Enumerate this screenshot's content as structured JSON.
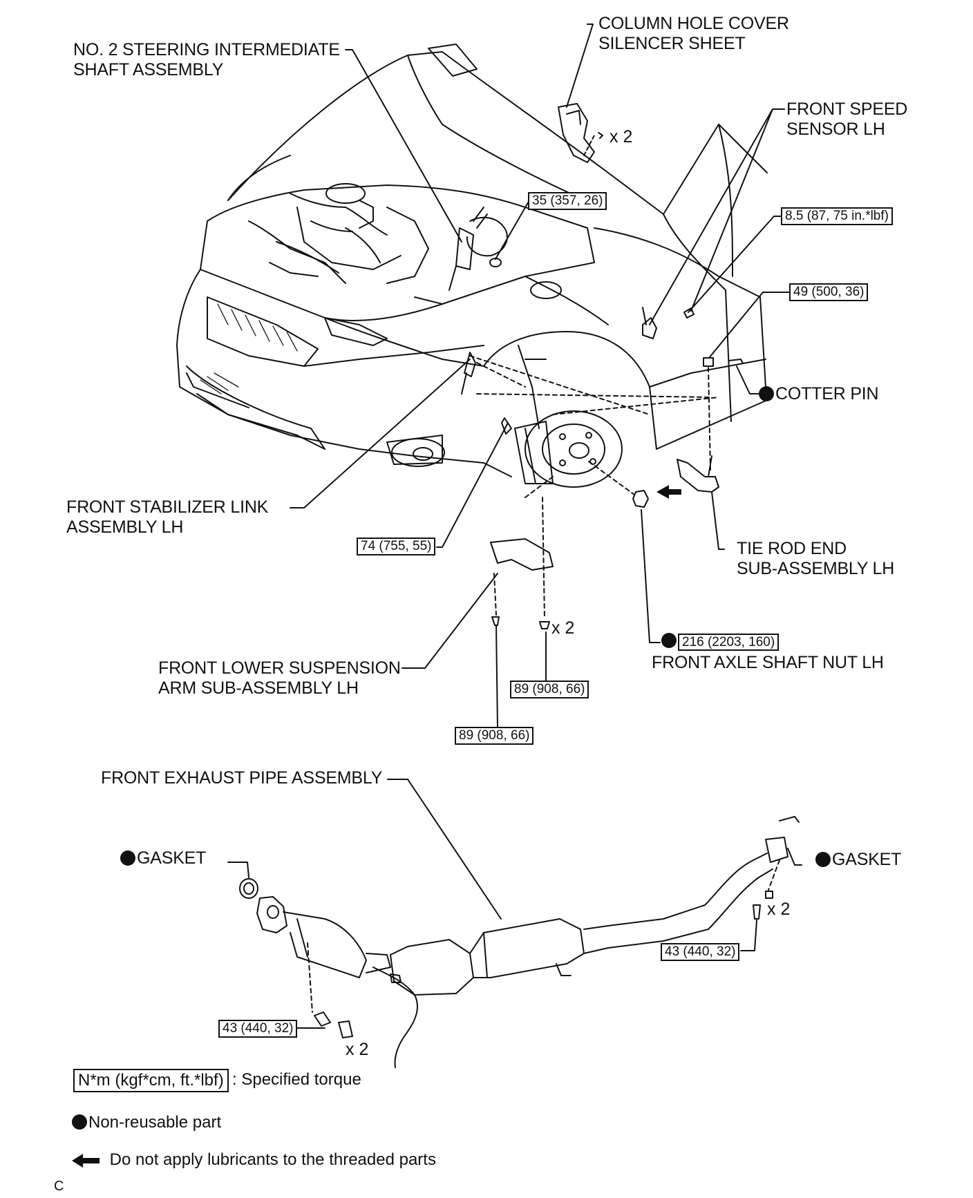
{
  "labels": {
    "steering_shaft": [
      "NO. 2 STEERING INTERMEDIATE",
      "SHAFT ASSEMBLY"
    ],
    "column_cover": [
      "COLUMN HOLE COVER",
      "SILENCER SHEET"
    ],
    "speed_sensor": [
      "FRONT SPEED",
      "SENSOR LH"
    ],
    "cotter_pin": "COTTER PIN",
    "stabilizer_link": [
      "FRONT STABILIZER LINK",
      "ASSEMBLY LH"
    ],
    "tie_rod": [
      "TIE ROD END",
      "SUB-ASSEMBLY LH"
    ],
    "lower_arm": [
      "FRONT LOWER SUSPENSION",
      "ARM SUB-ASSEMBLY LH"
    ],
    "axle_nut": "FRONT AXLE SHAFT NUT LH",
    "exhaust_pipe": "FRONT EXHAUST PIPE ASSEMBLY",
    "gasket_left": "GASKET",
    "gasket_right": "GASKET"
  },
  "torques": {
    "shaft_bolt": "35 (357, 26)",
    "sensor_bolt": "8.5 (87, 75 in.*lbf)",
    "tie_rod_nut": "49 (500, 36)",
    "stabilizer_nut": "74 (755, 55)",
    "axle_nut": "216 (2203, 160)",
    "arm_nut_a": "89 (908, 66)",
    "arm_nut_b": "89 (908, 66)",
    "exhaust_rear": "43 (440, 32)",
    "exhaust_front": "43 (440, 32)"
  },
  "multipliers": {
    "cover_clips": "x 2",
    "arm_nuts": "x 2",
    "exhaust_rear_bolts": "x 2",
    "exhaust_front_bolts": "x 2"
  },
  "legend": {
    "torque_unit": "N*m (kgf*cm, ft.*lbf)",
    "torque_desc": ": Specified torque",
    "non_reusable": "Non-reusable part",
    "no_lubricant": "Do not apply lubricants to the threaded parts"
  },
  "corner_mark": "C"
}
